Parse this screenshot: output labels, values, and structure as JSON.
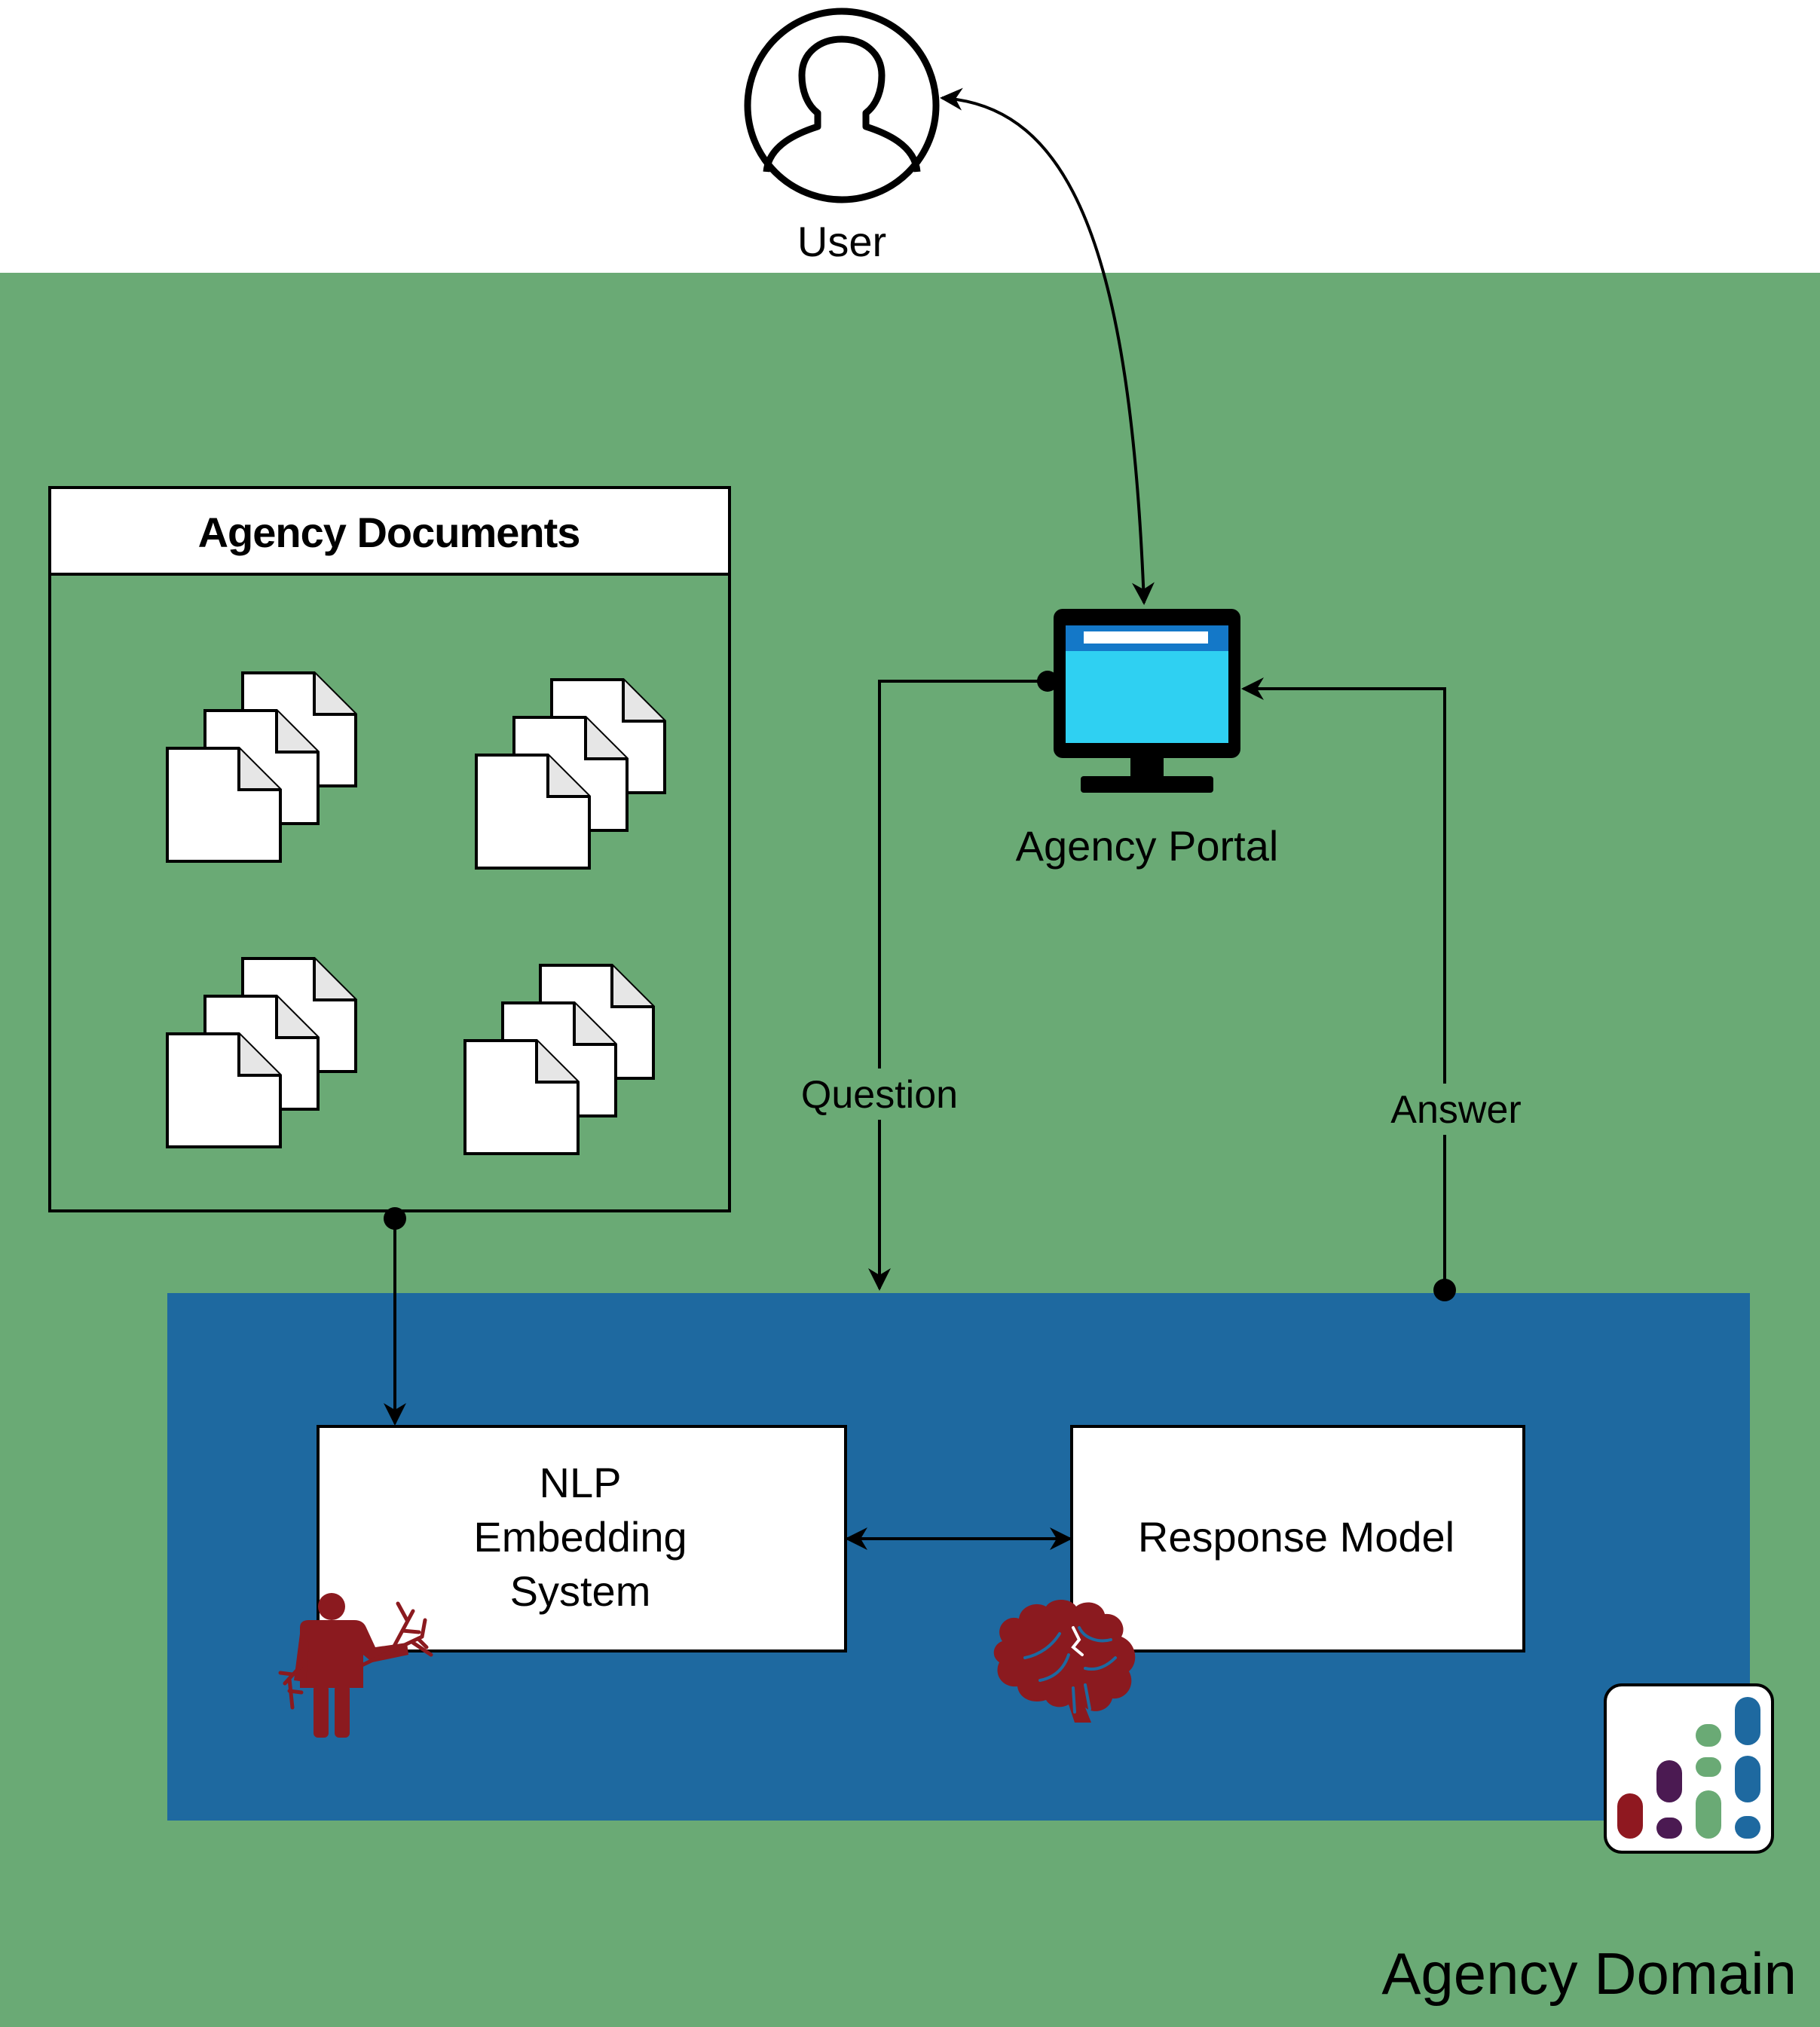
{
  "labels": {
    "user": "User",
    "agency_documents": "Agency Documents",
    "agency_portal": "Agency Portal",
    "question": "Question",
    "answer": "Answer",
    "nlp_line1": "NLP",
    "nlp_line2": "Embedding",
    "nlp_line3": "System",
    "response_model": "Response Model",
    "agency_domain": "Agency Domain"
  },
  "icons": {
    "user": "user-circle-icon",
    "documents": "document-stack-icon",
    "portal": "monitor-icon",
    "embedding": "person-with-branch-icon",
    "model": "brain-icon",
    "logo": "bar-chart-logo-icon"
  },
  "colors": {
    "domain_bg": "#6aaa75",
    "core_bg": "#1e69a0",
    "icon_red": "#8b1a1f",
    "screen_cyan": "#2fd0f2",
    "screen_bar": "#1478c8",
    "logo_red": "#8f1820",
    "logo_purple": "#4b1a52",
    "logo_green": "#6aaa75",
    "logo_blue": "#1e69a0"
  }
}
